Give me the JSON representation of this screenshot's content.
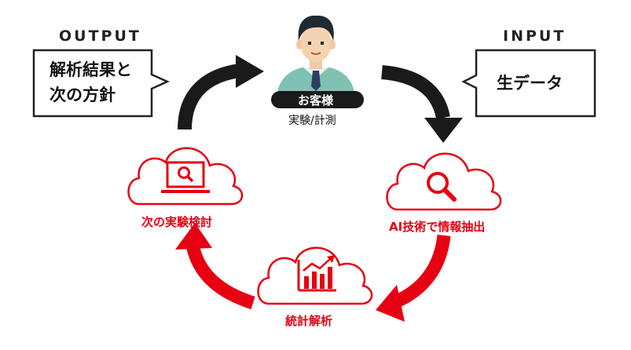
{
  "output": {
    "heading": "OUTPUT",
    "bubble_line1": "解析結果と",
    "bubble_line2": "次の方針"
  },
  "input": {
    "heading": "INPUT",
    "bubble": "生データ"
  },
  "customer": {
    "badge": "お客様",
    "sub": "実験/計測"
  },
  "steps": {
    "ai": "AI技術で情報抽出",
    "stats": "統計解析",
    "next": "次の実験検討"
  },
  "colors": {
    "accent_red": "#e60012",
    "dark": "#222222",
    "shirt": "#7fc1b2"
  }
}
